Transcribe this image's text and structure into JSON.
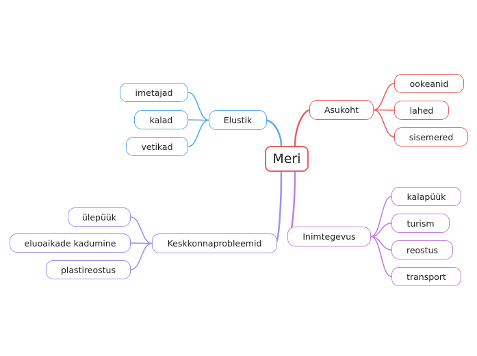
{
  "colors": {
    "root": "#ec5f5f",
    "elustik": "#5aa9ee",
    "asukoht": "#ec5f5f",
    "inimtegevus": "#c27ee0",
    "keskkond": "#a18ef0"
  },
  "root": {
    "label": "Meri"
  },
  "branches": {
    "asukoht": {
      "label": "Asukoht",
      "children": [
        "ookeanid",
        "lahed",
        "sisemered"
      ]
    },
    "elustik": {
      "label": "Elustik",
      "children": [
        "imetajad",
        "kalad",
        "vetikad"
      ]
    },
    "inimtegevus": {
      "label": "Inimtegevus",
      "children": [
        "kalapüük",
        "turism",
        "reostus",
        "transport"
      ]
    },
    "keskkonnaprobleemid": {
      "label": "Keskkonnaprobleemid",
      "children": [
        "ülepüük",
        "eluoaikade kadumine",
        "plastireostus"
      ]
    }
  }
}
